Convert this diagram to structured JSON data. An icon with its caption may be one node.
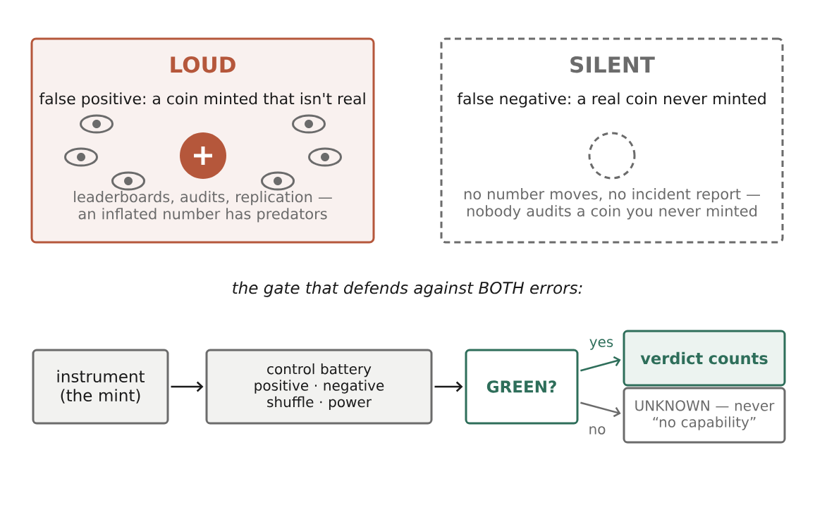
{
  "diagram": {
    "title": "the gate that defends against BOTH errors:",
    "nodes": [
      {
        "text": [
          "LOUD",
          "false positive: a coin minted that isn't real",
          "leaderboards, audits, replication — an inflated number has predators"
        ]
      },
      {
        "text": [
          "SILENT",
          "false negative: a real coin never minted",
          "no number moves, no incident report — nobody audits a coin you never minted"
        ]
      },
      {
        "text": [
          "instrument (the mint)"
        ]
      },
      {
        "text": [
          "control battery positive · negative shuffle · power"
        ]
      },
      {
        "text": [
          "GREEN?"
        ]
      },
      {
        "text": [
          "verdict counts"
        ]
      },
      {
        "text": [
          "UNKNOWN — never “no capability”"
        ]
      }
    ],
    "edges": [
      {
        "from": 2,
        "to": 3,
        "arrow": "to"
      },
      {
        "from": 3,
        "to": 4,
        "arrow": "to"
      },
      {
        "from": 4,
        "to": 5,
        "arrow": "to",
        "label": "yes",
        "color": "#2e6e5a"
      },
      {
        "from": 4,
        "to": 6,
        "arrow": "to",
        "label": "no",
        "color": "#6b6b6b"
      }
    ]
  }
}
